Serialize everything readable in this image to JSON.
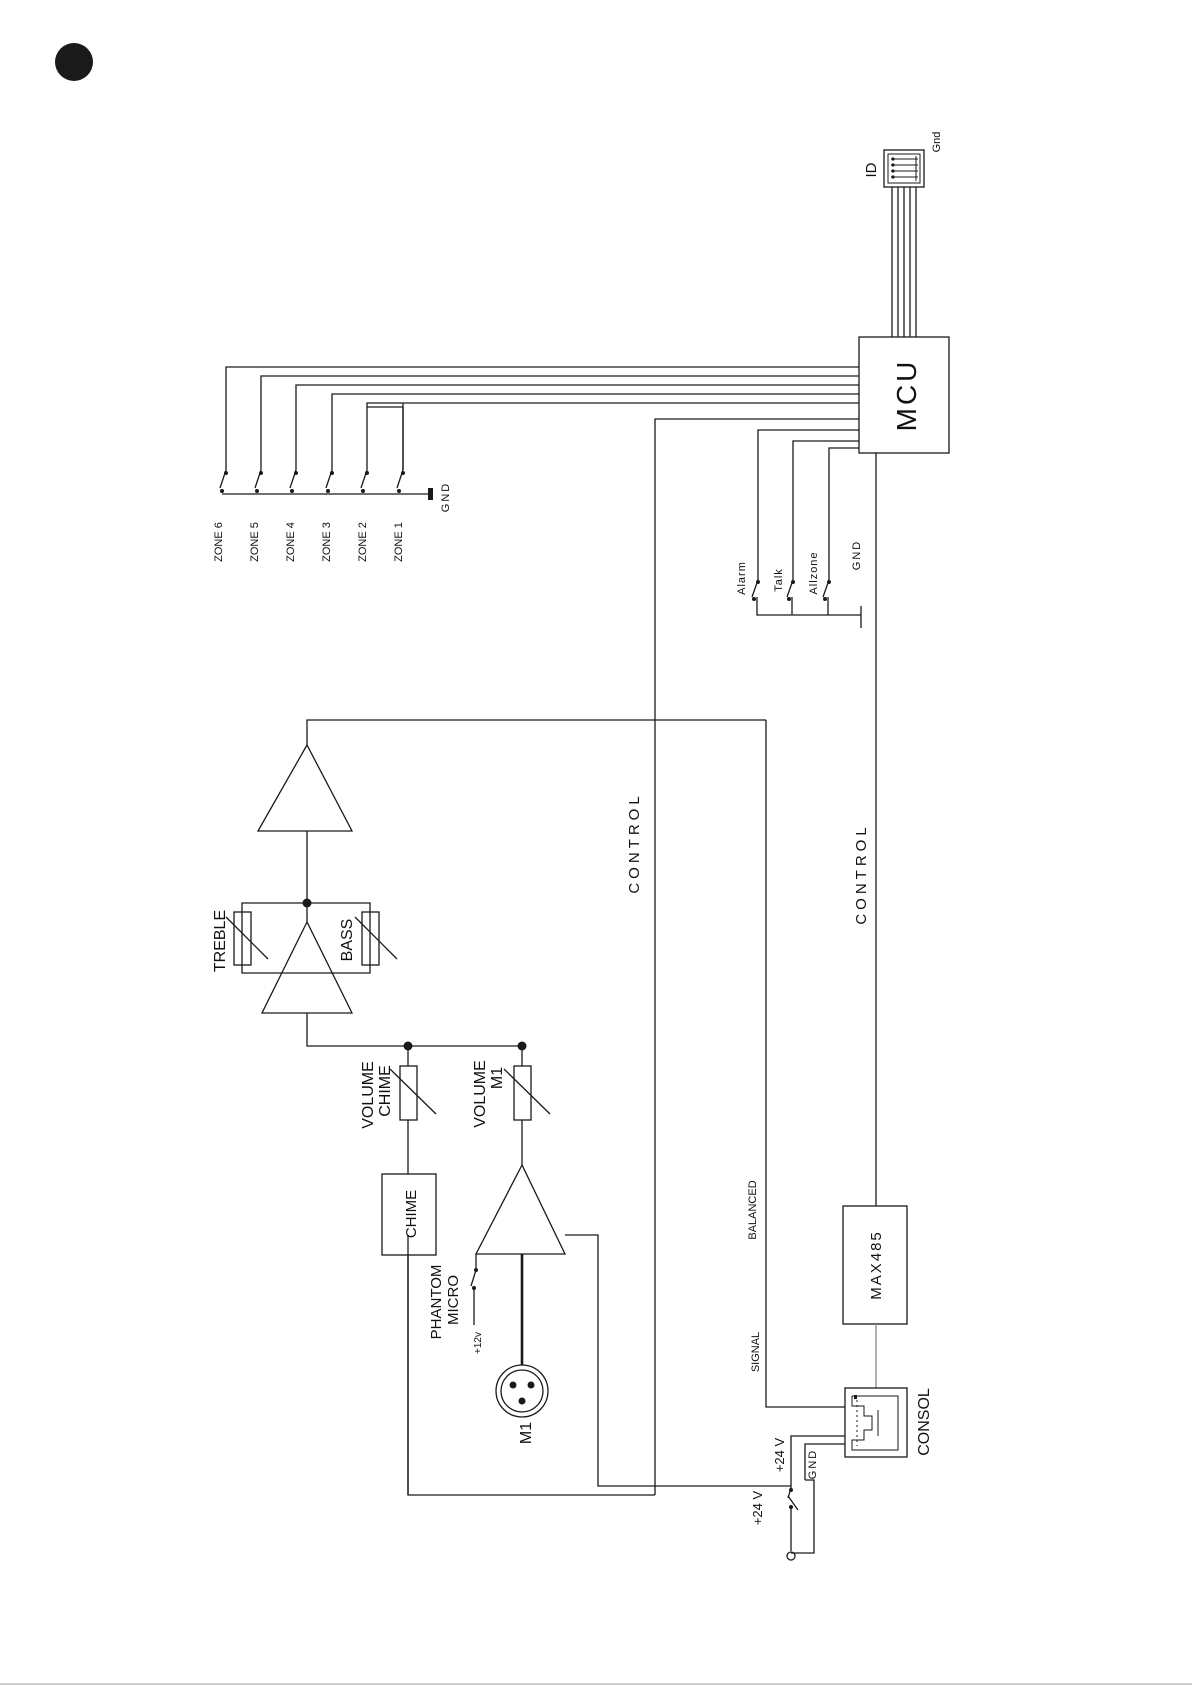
{
  "labels": {
    "zones": [
      "ZONE 1",
      "ZONE 2",
      "ZONE 3",
      "ZONE 4",
      "ZONE 5",
      "ZONE 6"
    ],
    "zone_gnd": "GND",
    "id": "ID",
    "id_gnd": "Gnd",
    "mcu": "MCU",
    "alarm": "Alarm",
    "talk": "Talk",
    "allzone": "Allzone",
    "gnd_switch": "GND",
    "control_left": "CONTROL",
    "control_right": "CONTROL",
    "treble": "TREBLE",
    "bass": "BASS",
    "volume_chime_1": "VOLUME",
    "volume_chime_2": "CHIME",
    "volume_m1_1": "VOLUME",
    "volume_m1_2": "M1",
    "chime": "CHIME",
    "phantom_1": "PHANTOM",
    "phantom_2": "MICRO",
    "phantom_v": "+12v",
    "m1": "M1",
    "balanced": "BALANCED",
    "signal": "SIGNAL",
    "max485": "MAX485",
    "consol": "CONSOL",
    "v24_a": "+24 V",
    "v24_b": "+24 V",
    "consol_gnd": "GND"
  }
}
